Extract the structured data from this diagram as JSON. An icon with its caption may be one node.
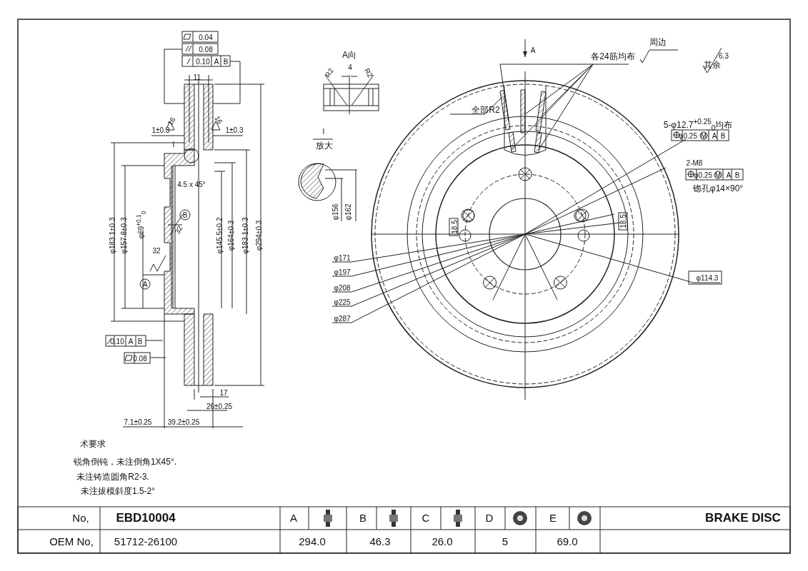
{
  "diagram": {
    "labels": [
      "0.04",
      "0.08",
      "0.10",
      "A",
      "B",
      "11",
      "16",
      "16",
      "1±0.3",
      "1±0.3",
      "I",
      "4.5 x 45°",
      "B",
      "32",
      "φ183.1±0.3",
      "φ157.8±0.3",
      "φ69$^{+0.1}$$_{0}$",
      "φ145.5±0.2",
      "φ164±0.3",
      "φ183.1±0.3",
      "φ294±0.3",
      "32",
      "A",
      "0.10",
      "A",
      "B",
      "0.08",
      "17",
      "26±0.25",
      "7.1±0.25",
      "39.2±0.25",
      "术要求",
      "锐角倒钝，未注倒角1X45°.",
      "未注铸造圆角R2-3.",
      "未注拔模斜度1.5-2°",
      "A向",
      "R2",
      "4",
      "R2",
      "I",
      "放大",
      "φ156",
      "φ162",
      "A",
      "各24筋均布",
      "周边",
      "其余",
      "6.3",
      "全部R2",
      "5-φ12.7$^{+0.25}$$_{0}$均布",
      "φ0.25",
      "M",
      "A",
      "B",
      "2-M8",
      "φ0.25",
      "M",
      "A",
      "B",
      "锪孔φ14×90°",
      "18.5",
      "18.5",
      "φ171",
      "φ197",
      "φ208",
      "φ225",
      "φ287",
      "φ114.3",
      "No,",
      "EBD10004",
      "A",
      "B",
      "C",
      "D",
      "E",
      "BRAKE DISC",
      "OEM No,",
      "51712-26100",
      "294.0",
      "46.3",
      "26.0",
      "5",
      "69.0"
    ]
  }
}
